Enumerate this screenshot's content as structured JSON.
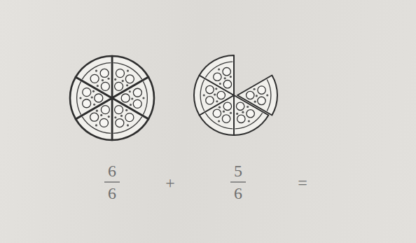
{
  "diagram": {
    "labels": [
      "6",
      "6",
      "+",
      "5",
      "6",
      "="
    ]
  }
}
